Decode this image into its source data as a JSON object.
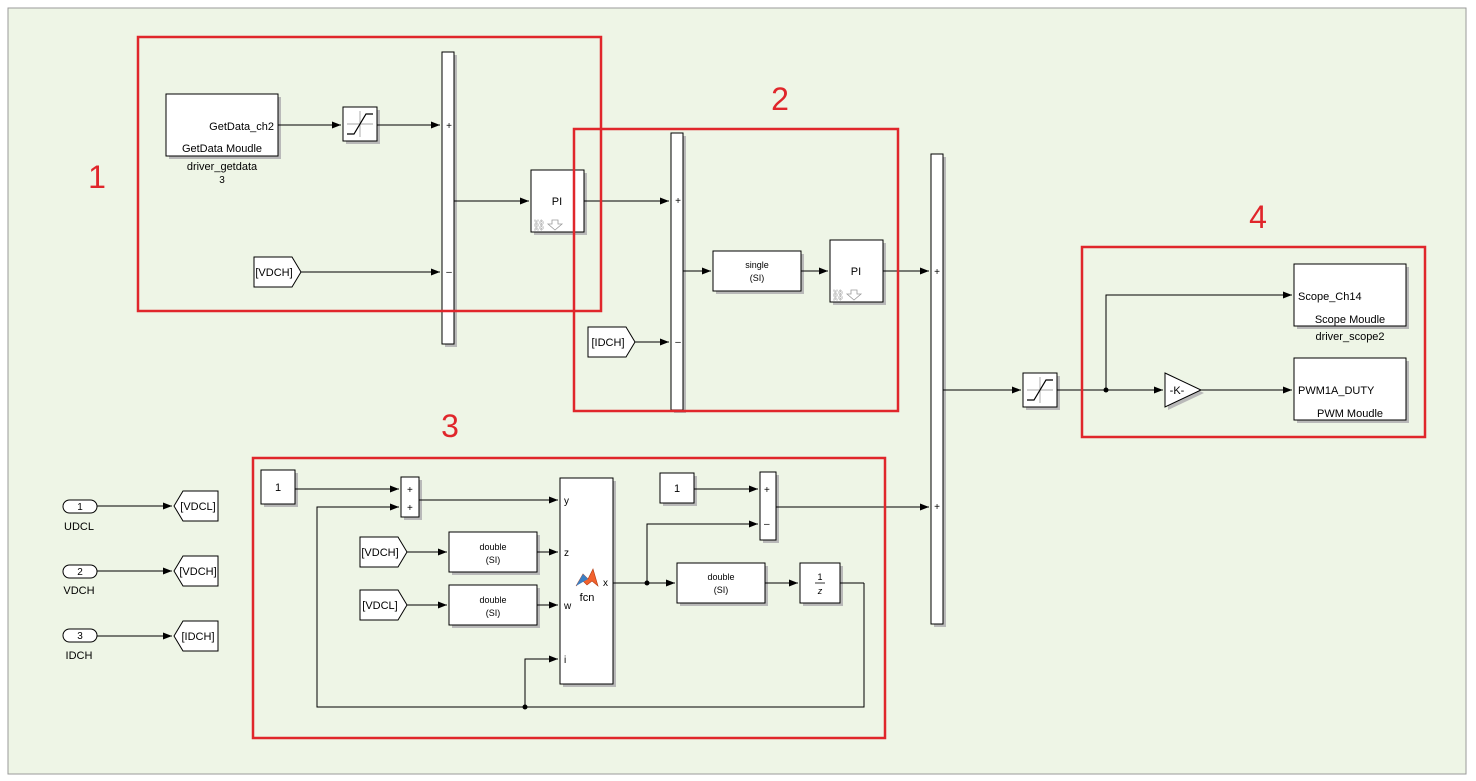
{
  "colors": {
    "canvas_background": "#eef5e6",
    "highlight_red": "#e0262b",
    "block_fill": "#ffffff",
    "line": "#000000"
  },
  "regions": [
    {
      "label": "1"
    },
    {
      "label": "2"
    },
    {
      "label": "3"
    },
    {
      "label": "4"
    }
  ],
  "getdata": {
    "port": "GetData_ch2",
    "title": "GetData Moudle",
    "name": "driver_getdata",
    "name_suffix": "3"
  },
  "pi_blocks": [
    {
      "label": "PI"
    },
    {
      "label": "PI"
    }
  ],
  "convert": {
    "single_line1": "single",
    "single_line2": "(SI)",
    "double_line1": "double",
    "double_line2": "(SI)"
  },
  "sum_signs": {
    "plus": "+",
    "minus": "–"
  },
  "goto_from": {
    "from_vdch": "[VDCH]",
    "from_idch": "[IDCH]",
    "from_vdcl": "[VDCL]",
    "goto_vdcl": "[VDCL]",
    "goto_vdch": "[VDCH]",
    "goto_idch": "[IDCH]"
  },
  "inports": [
    {
      "number": "1",
      "name": "UDCL"
    },
    {
      "number": "2",
      "name": "VDCH"
    },
    {
      "number": "3",
      "name": "IDCH"
    }
  ],
  "constants": [
    "1",
    "1"
  ],
  "fcn": {
    "label": "fcn",
    "inputs": [
      "y",
      "z",
      "w",
      "i"
    ],
    "output": "x",
    "icon": "matlab-function-icon"
  },
  "unit_delay": {
    "numerator": "1",
    "denominator": "z"
  },
  "gain": {
    "label": "-K-"
  },
  "scope": {
    "port": "Scope_Ch14",
    "title": "Scope Moudle",
    "name": "driver_scope2"
  },
  "pwm": {
    "port": "PWM1A_DUTY",
    "title": "PWM Moudle"
  },
  "icons": {
    "saturation": "saturation-icon",
    "library_link": "library-link-icon"
  }
}
